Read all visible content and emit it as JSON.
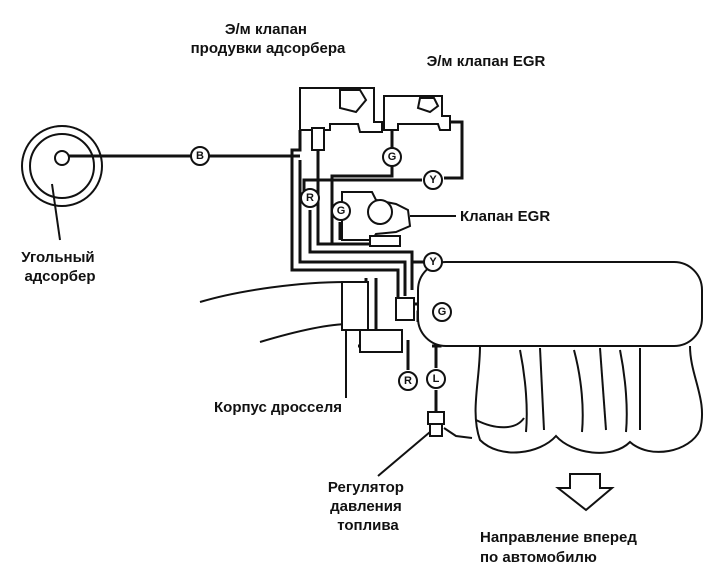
{
  "labels": {
    "purge_valve": [
      "Э/м клапан",
      "продувки адсорбера"
    ],
    "egr_solenoid": "Э/м клапан EGR",
    "egr_valve": "Клапан EGR",
    "canister": [
      "Угольный",
      "адсорбер"
    ],
    "throttle_body": "Корпус дросселя",
    "fuel_regulator": [
      "Регулятор",
      "давления",
      "топлива"
    ],
    "forward": [
      "Направление вперед",
      "по автомобилю"
    ]
  },
  "hose_tags": {
    "b": "B",
    "g_upper": "G",
    "y_upper": "Y",
    "r_left": "R",
    "g_egr": "G",
    "y_lower": "Y",
    "g_lower": "G",
    "r_bottom": "R",
    "l_bottom": "L"
  }
}
